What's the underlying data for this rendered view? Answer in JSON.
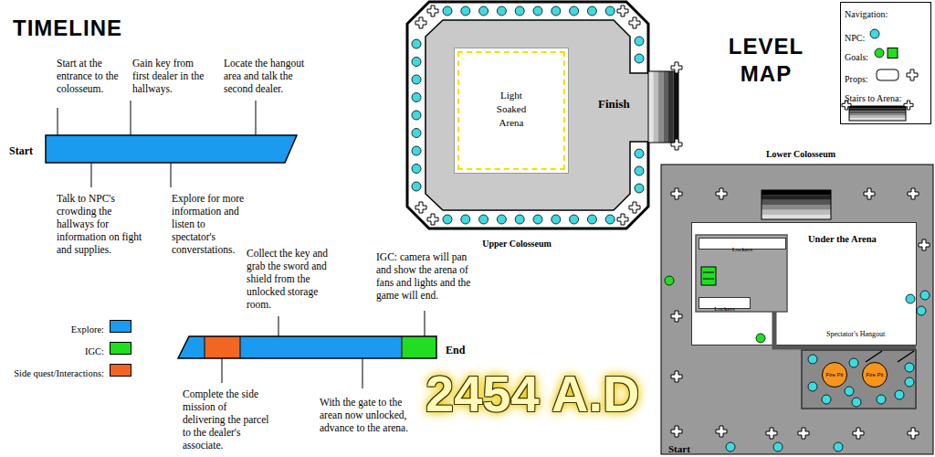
{
  "diagram": {
    "nodes": [
      {
        "text": [
          "Start"
        ]
      },
      {
        "text": [
          "End"
        ]
      },
      {
        "text": [
          "Navigation:"
        ]
      },
      {
        "text": [
          "Upper Colosseum"
        ]
      },
      {
        "text": [
          "Light Soaked Arena"
        ],
        "in": 3
      },
      {
        "text": [
          "Lower Colosseum",
          "Start"
        ]
      },
      {
        "text": [
          "Under the Arena",
          "Spectator's Hangout"
        ],
        "in": 5
      },
      {
        "text": [
          "Lockers"
        ],
        "in": 6
      },
      {
        "text": [
          "Lockers"
        ],
        "in": 6
      },
      {
        "text": [
          "Fire Pit"
        ],
        "in": 5
      },
      {
        "text": [
          "Fire Pit"
        ],
        "in": 5
      }
    ],
    "labels": [
      "TIMELINE",
      "Start at the entrance to the colosseum.",
      "Gain key from first dealer in the hallways.",
      "Locate the hangout area and talk the second dealer.",
      "Talk to NPC's crowding the hallways for information on fight and supplies.",
      "Explore for more information and listen to spectator's converstations.",
      "Collect the key and grab the sword and shield from the unlocked storage room.",
      "IGC: camera will pan and show the arena of fans and lights and the game will end.",
      "Complete the side mission of delivering the parcel to the dealer's associate.",
      "With the gate to the arean now unlocked, advance to the arena.",
      "2454 A.D",
      "LEVEL MAP",
      "Finish"
    ],
    "legend": [
      {
        "text": "Explore:",
        "color": "#1a9bf0"
      },
      {
        "text": "IGC:",
        "color": "#22dd22"
      },
      {
        "text": "Side quest/Interactions:",
        "color": "#f26522"
      },
      {
        "text": "NPC:"
      },
      {
        "text": "Goals:"
      },
      {
        "text": "Props:"
      },
      {
        "text": "Stairs to Arena:"
      }
    ]
  }
}
